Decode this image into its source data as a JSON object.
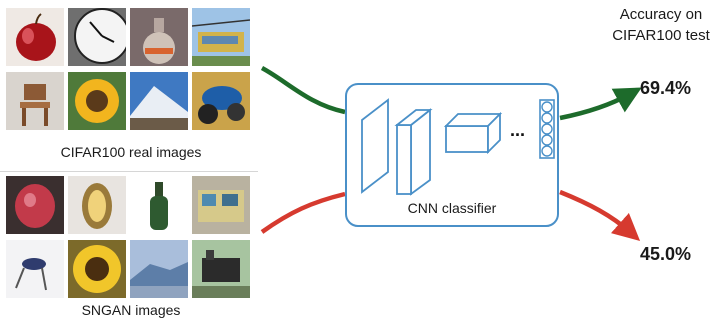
{
  "header": {
    "line1": "Accuracy on",
    "line2": "CIFAR100 test"
  },
  "real": {
    "caption": "CIFAR100 real images",
    "accuracy": "69.4%",
    "arrow_color": "#1d6b2b",
    "thumbnails": [
      "apple",
      "clock",
      "bottle",
      "tram",
      "chair",
      "sunflower",
      "mountain",
      "motorcycle"
    ]
  },
  "generated": {
    "caption": "SNGAN images",
    "accuracy": "45.0%",
    "arrow_color": "#d63a2f",
    "thumbnails": [
      "apple",
      "pear",
      "bottle",
      "streetcar",
      "chair",
      "sunflower",
      "mountain",
      "train"
    ]
  },
  "classifier": {
    "label": "CNN classifier",
    "ellipsis": "...",
    "box_color": "#4a90c8"
  }
}
